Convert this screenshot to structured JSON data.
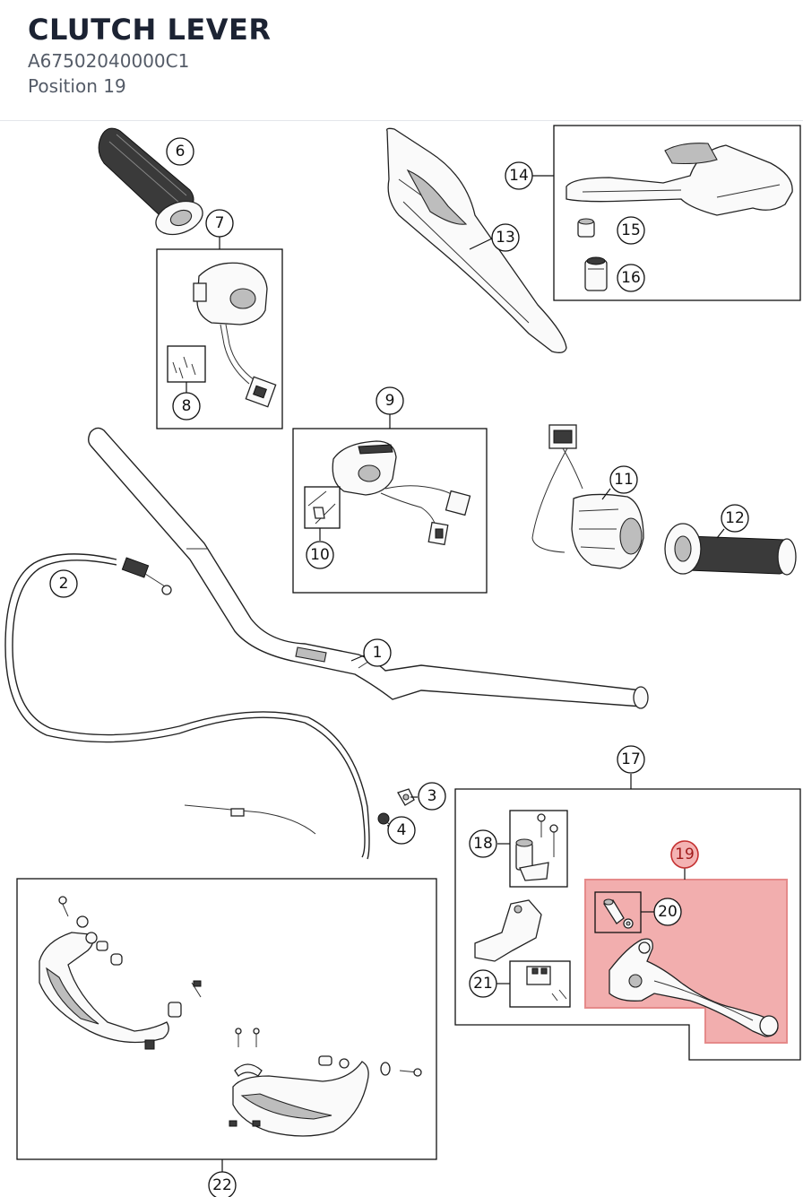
{
  "header": {
    "title": "CLUTCH LEVER",
    "part_number": "A67502040000C1",
    "position": "Position 19"
  },
  "highlight_color": "#f0a0a0",
  "callouts": {
    "c1": "1",
    "c2": "2",
    "c3": "3",
    "c4": "4",
    "c6": "6",
    "c7": "7",
    "c8": "8",
    "c9": "9",
    "c10": "10",
    "c11": "11",
    "c12": "12",
    "c13": "13",
    "c14": "14",
    "c15": "15",
    "c16": "16",
    "c17": "17",
    "c18": "18",
    "c19": "19",
    "c20": "20",
    "c21": "21",
    "c22": "22"
  }
}
